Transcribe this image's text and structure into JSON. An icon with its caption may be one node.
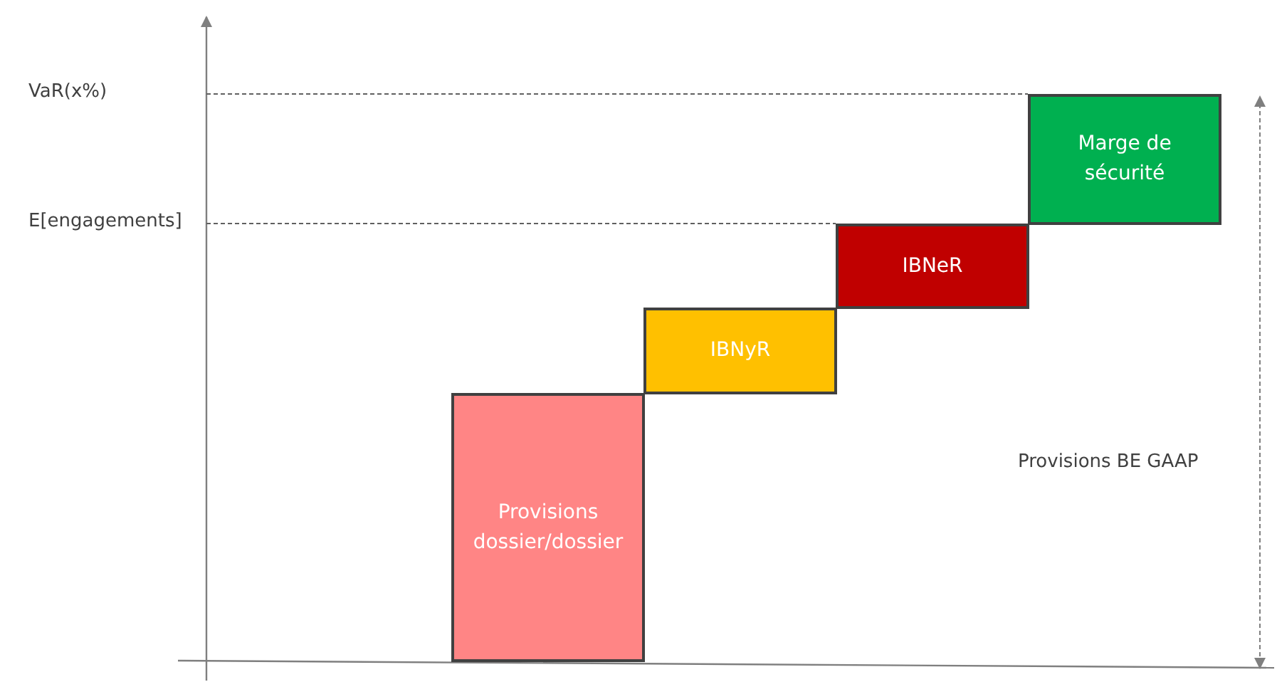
{
  "diagram": {
    "nodes": [
      {
        "text": [
          "Provisions dossier/dossier"
        ]
      },
      {
        "text": [
          "IBNyR"
        ]
      },
      {
        "text": [
          "IBNeR"
        ]
      },
      {
        "text": [
          "Marge de sécurité"
        ]
      }
    ],
    "labels": [
      "VaR(x%)",
      "E[engagements]",
      "Provisions BE GAAP"
    ]
  }
}
